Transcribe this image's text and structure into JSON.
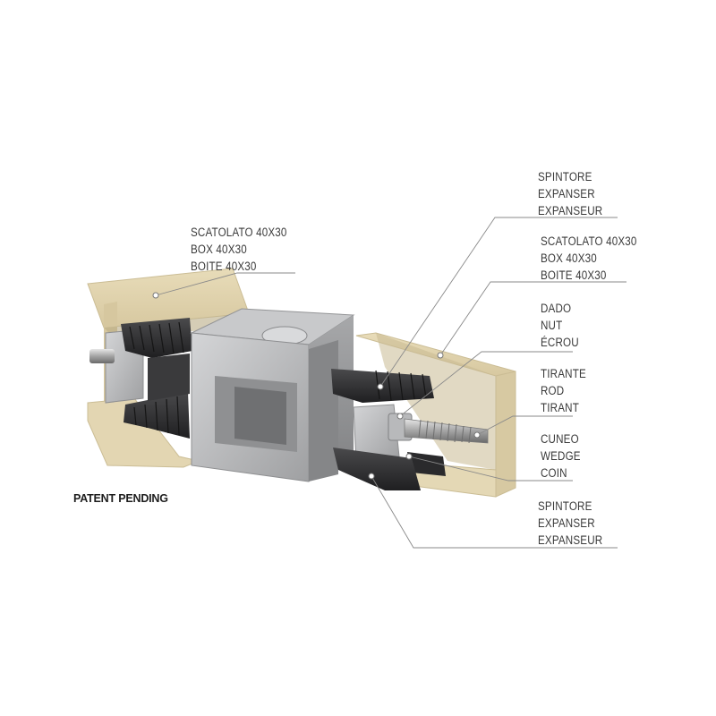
{
  "patent_note": "PATENT PENDING",
  "callouts": [
    {
      "id": "box-left",
      "lines": [
        "SCATOLATO 40X30",
        "BOX 40X30",
        "BOITE 40X30"
      ]
    },
    {
      "id": "expanser-top",
      "lines": [
        "SPINTORE",
        "EXPANSER",
        "EXPANSEUR"
      ]
    },
    {
      "id": "box-right",
      "lines": [
        "SCATOLATO 40X30",
        "BOX 40X30",
        "BOITE 40X30"
      ]
    },
    {
      "id": "nut",
      "lines": [
        "DADO",
        "NUT",
        "ÉCROU"
      ]
    },
    {
      "id": "rod",
      "lines": [
        "TIRANTE",
        "ROD",
        "TIRANT"
      ]
    },
    {
      "id": "wedge",
      "lines": [
        "CUNEO",
        "WEDGE",
        "COIN"
      ]
    },
    {
      "id": "expanser-bottom",
      "lines": [
        "SPINTORE",
        "EXPANSER",
        "EXPANSEUR"
      ]
    }
  ],
  "colors": {
    "tube": "#ddd0ab",
    "tube_dark": "#cbbd95",
    "steel": "#b5b6b8",
    "steel_dark": "#8e8f91",
    "plastic_black": "#2c2c2e",
    "leader_line": "#8a8a8a"
  }
}
